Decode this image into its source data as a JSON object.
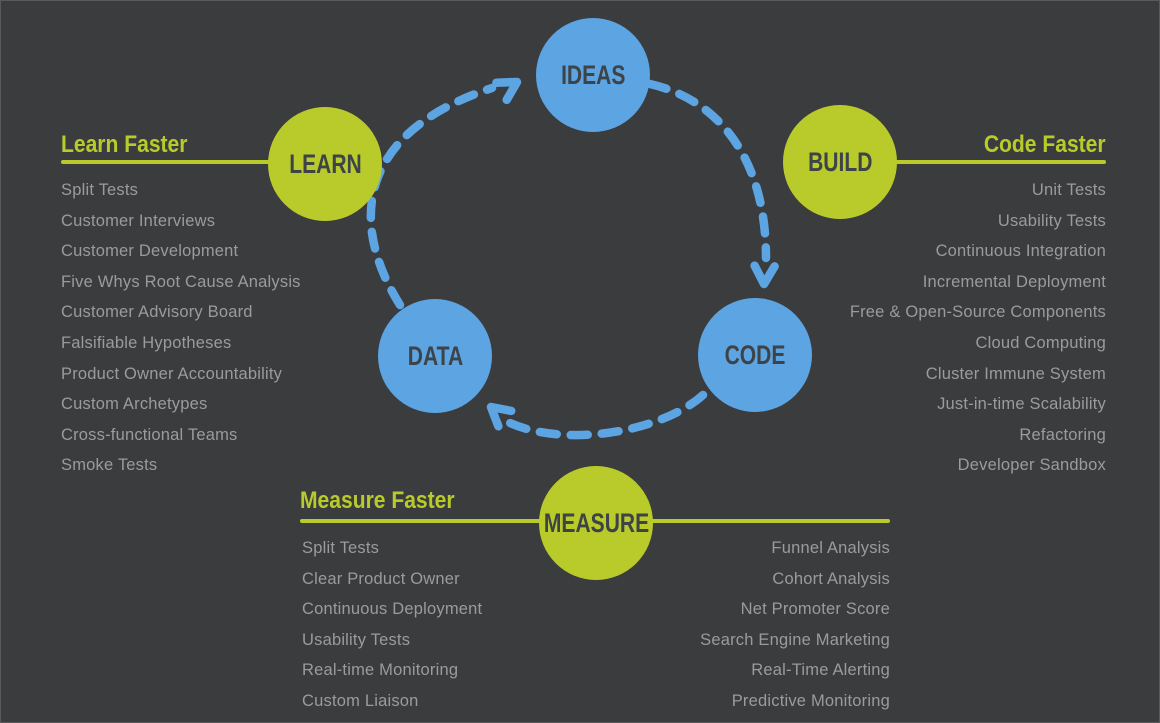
{
  "title": "Build-Measure-Learn cycle infographic",
  "colors": {
    "background": "#3b3c3e",
    "node_blue": "#5ca4e2",
    "node_green": "#b9cb2b",
    "heading_green": "#b9cb2b",
    "list_text": "#9b9b9b",
    "node_label_text": "#3e4348",
    "arrow_blue": "#5ca4e2"
  },
  "cycle": {
    "nodes": {
      "ideas": {
        "label": "IDEAS"
      },
      "build": {
        "label": "BUILD"
      },
      "code": {
        "label": "CODE"
      },
      "measure": {
        "label": "MEASURE"
      },
      "data": {
        "label": "DATA"
      },
      "learn": {
        "label": "LEARN"
      }
    },
    "arrows": [
      "data-to-ideas",
      "ideas-to-code",
      "code-to-data"
    ]
  },
  "sections": {
    "learn": {
      "heading": "Learn Faster",
      "items": [
        "Split Tests",
        "Customer Interviews",
        "Customer Development",
        "Five Whys Root Cause Analysis",
        "Customer Advisory Board",
        "Falsifiable Hypotheses",
        "Product Owner Accountability",
        "Custom Archetypes",
        "Cross-functional Teams",
        "Smoke Tests"
      ]
    },
    "code": {
      "heading": "Code Faster",
      "items": [
        "Unit Tests",
        "Usability Tests",
        "Continuous Integration",
        "Incremental Deployment",
        "Free & Open-Source Components",
        "Cloud Computing",
        "Cluster Immune System",
        "Just-in-time Scalability",
        "Refactoring",
        "Developer Sandbox"
      ]
    },
    "measure": {
      "heading": "Measure Faster",
      "items_left": [
        "Split Tests",
        "Clear Product Owner",
        "Continuous Deployment",
        "Usability Tests",
        "Real-time Monitoring",
        "Custom Liaison"
      ],
      "items_right": [
        "Funnel Analysis",
        "Cohort Analysis",
        "Net Promoter Score",
        "Search Engine Marketing",
        "Real-Time Alerting",
        "Predictive Monitoring"
      ]
    }
  }
}
